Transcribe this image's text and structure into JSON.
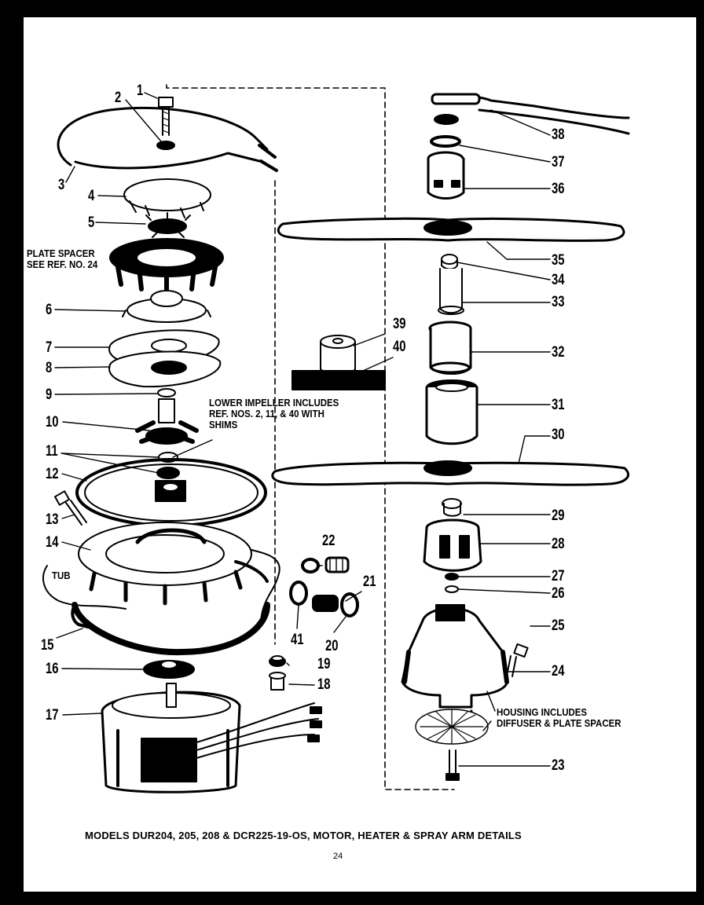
{
  "caption": "MODELS DUR204, 205, 208 & DCR225-19-OS, MOTOR, HEATER & SPRAY ARM DETAILS",
  "page_number": "24",
  "notes": {
    "plate_spacer_1": "PLATE SPACER",
    "plate_spacer_2": "SEE REF. NO. 24",
    "lower_impeller_1": "LOWER IMPELLER INCLUDES",
    "lower_impeller_2": "REF. NOS. 2, 11, & 40 WITH",
    "lower_impeller_3": "SHIMS",
    "tub": "TUB",
    "housing_1": "HOUSING INCLUDES",
    "housing_2": "DIFFUSER & PLATE SPACER"
  },
  "callouts": {
    "p1": "1",
    "p2": "2",
    "p3": "3",
    "p4": "4",
    "p5": "5",
    "p6": "6",
    "p7": "7",
    "p8": "8",
    "p9": "9",
    "p10": "10",
    "p11": "11",
    "p12": "12",
    "p13": "13",
    "p14": "14",
    "p15": "15",
    "p16": "16",
    "p17": "17",
    "p18": "18",
    "p19": "19",
    "p20": "20",
    "p21": "21",
    "p22": "22",
    "p23": "23",
    "p24": "24",
    "p25": "25",
    "p26": "26",
    "p27": "27",
    "p28": "28",
    "p29": "29",
    "p30": "30",
    "p31": "31",
    "p32": "32",
    "p33": "33",
    "p34": "34",
    "p35": "35",
    "p36": "36",
    "p37": "37",
    "p38": "38",
    "p39": "39",
    "p40": "40",
    "p41": "41"
  }
}
